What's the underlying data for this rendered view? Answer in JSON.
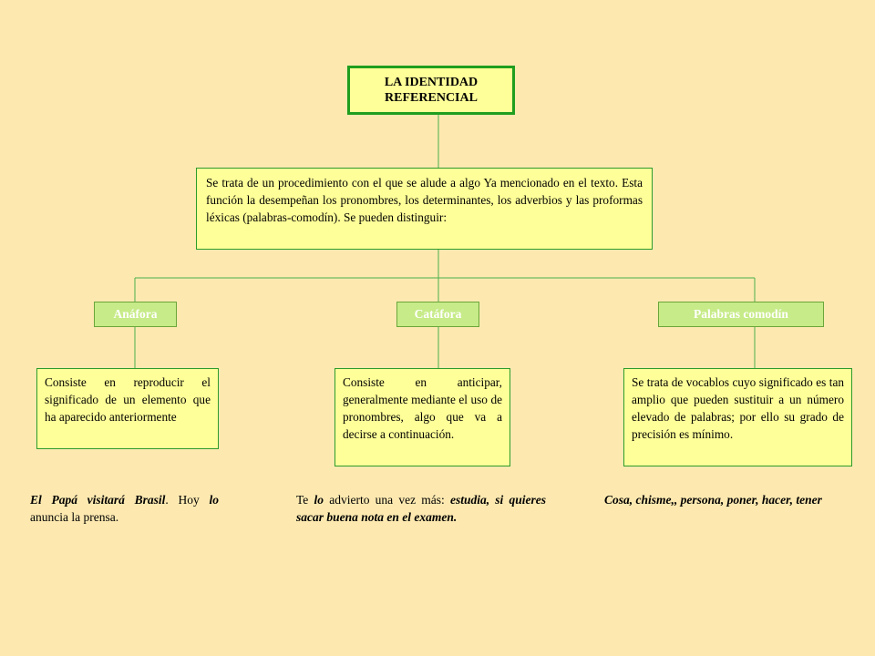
{
  "title": "LA IDENTIDAD REFERENCIAL",
  "definition": "Se trata de un procedimiento con el que se alude a algo Ya mencionado en el texto. Esta función la desempeñan los pronombres, los determinantes, los adverbios y las proformas léxicas (palabras-comodín). Se pueden distinguir:",
  "branches": {
    "anafora": {
      "label": "Anáfora",
      "description": "Consiste en reproducir el significado de un elemento que ha aparecido anteriormente",
      "example": {
        "p1": "El Papá visitará Brasil",
        "p2": ". Hoy ",
        "p3": "lo",
        "p4": " anuncia la prensa."
      }
    },
    "catafora": {
      "label": "Catáfora",
      "description": "Consiste en anticipar, generalmente mediante el uso de pronombres, algo que va a decirse a continuación.",
      "example": {
        "p1": "Te ",
        "p2": "lo",
        "p3": " advierto una vez más: ",
        "p4": "estudia, si quieres sacar buena nota en el examen."
      }
    },
    "comodin": {
      "label": "Palabras comodín",
      "description": "Se trata de vocablos cuyo significado es tan amplio que pueden sustituir a un número elevado de palabras; por ello su grado de precisión es mínimo.",
      "example": {
        "p1": "Cosa, chisme,, persona, poner, hacer, tener"
      }
    }
  },
  "colors": {
    "background": "#fde9b0",
    "box_fill": "#ffff99",
    "box_border": "#2c9b2c",
    "label_fill": "#c7eb88",
    "label_text": "#ffffff",
    "connector": "#4caf4c"
  }
}
